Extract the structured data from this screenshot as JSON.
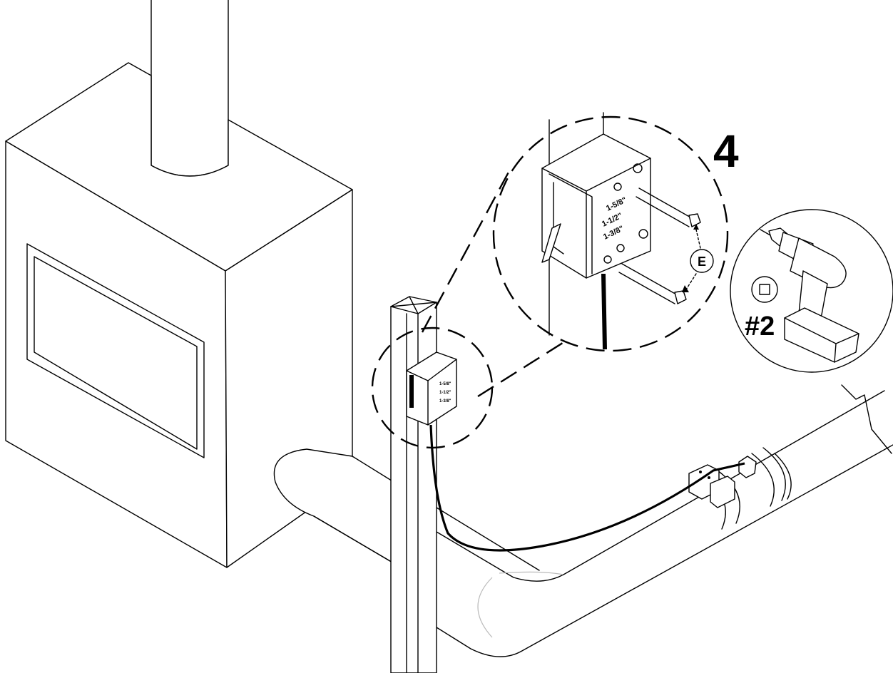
{
  "step_number": "4",
  "callout_letter": "E",
  "bit_size": "#2",
  "dimension_labels": [
    "1-5/8\"",
    "1-1/2\"",
    "1-3/8\""
  ],
  "icons": {
    "drill": "cordless-drill-icon",
    "square_bit": "square-drive-bit-icon",
    "fireplace": "fireplace-icon"
  }
}
